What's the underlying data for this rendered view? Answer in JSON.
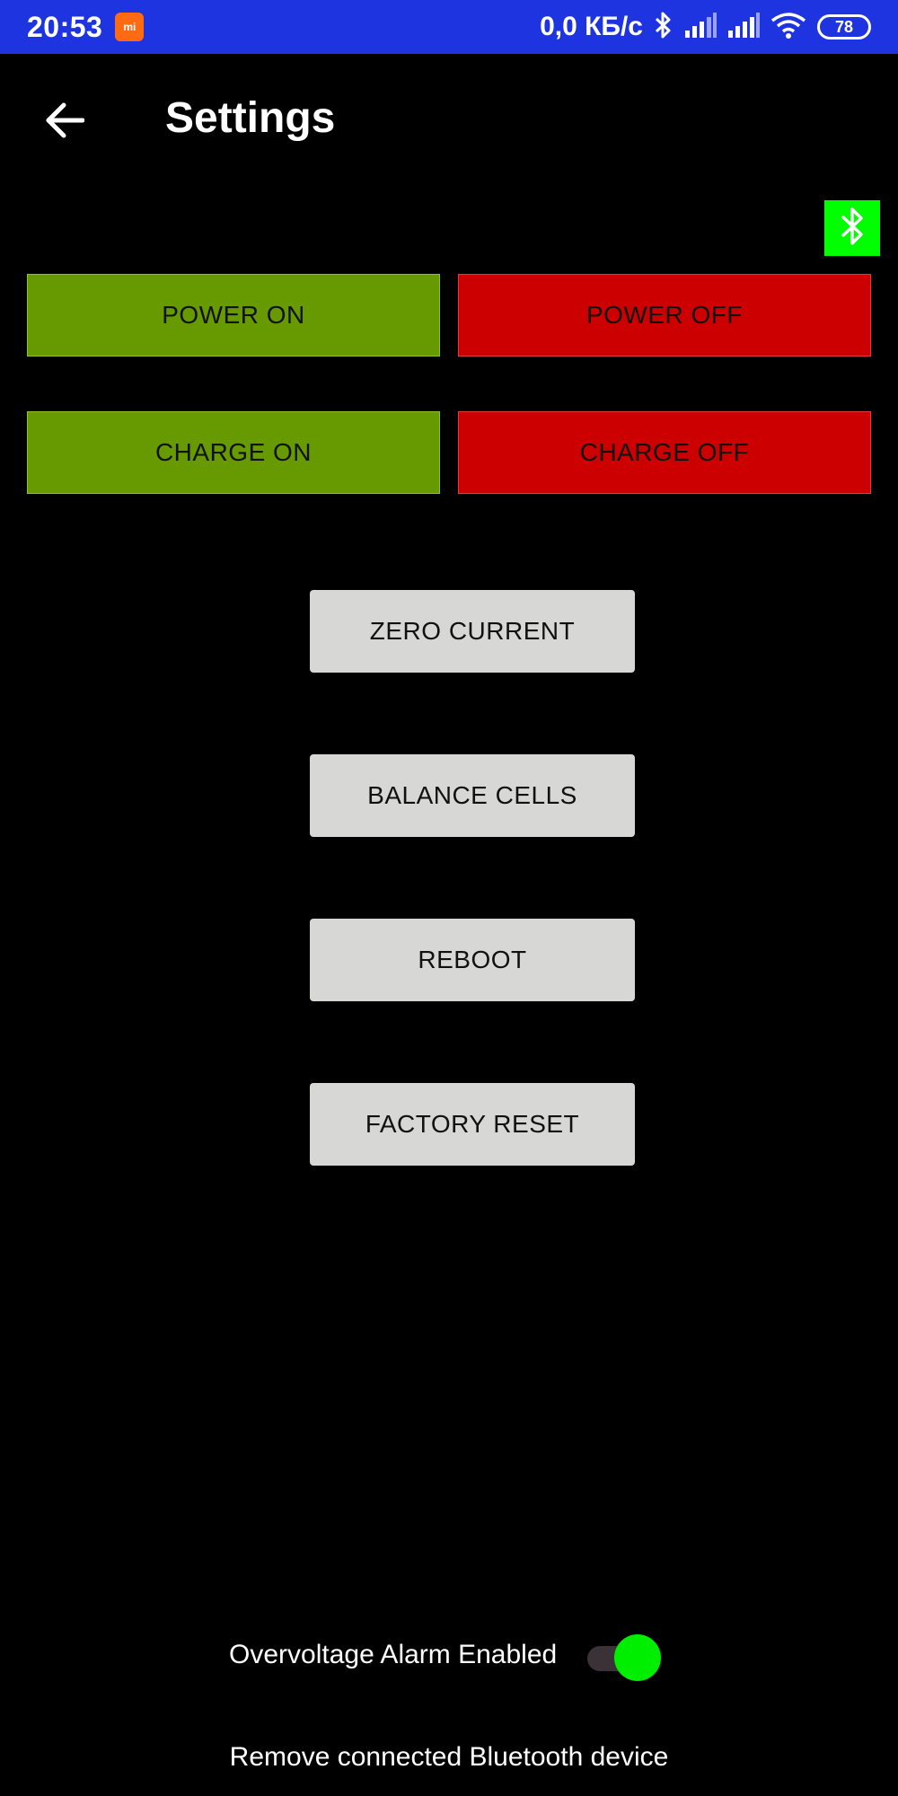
{
  "status_bar": {
    "time": "20:53",
    "app_badge": "mi",
    "net_speed": "0,0 КБ/с",
    "battery": "78",
    "icons": [
      "mi-app-icon",
      "bluetooth-icon",
      "signal-icon",
      "signal-icon",
      "wifi-icon",
      "battery-icon"
    ]
  },
  "app_bar": {
    "title": "Settings",
    "back_icon": "arrow-left-icon"
  },
  "bt_indicator": {
    "icon": "bluetooth-icon",
    "color": "#00ff00"
  },
  "controls": {
    "power_on": "POWER ON",
    "power_off": "POWER OFF",
    "charge_on": "CHARGE ON",
    "charge_off": "CHARGE OFF",
    "on_color": "#669a00",
    "off_color": "#cc0000"
  },
  "actions": {
    "zero_current": "ZERO CURRENT",
    "balance_cells": "BALANCE CELLS",
    "reboot": "REBOOT",
    "factory_reset": "FACTORY RESET"
  },
  "alarm": {
    "label": "Overvoltage Alarm Enabled",
    "enabled": true
  },
  "footer": {
    "remove_device": "Remove connected Bluetooth device"
  }
}
